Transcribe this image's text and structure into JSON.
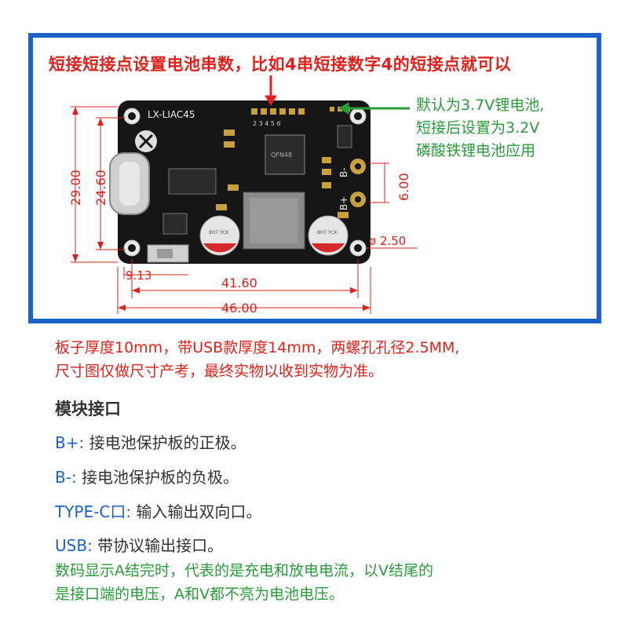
{
  "top_note": "短接短接点设置电池串数，比如4串短接数字4的短接点就可以",
  "green_note": [
    "默认为3.7V锂电池,",
    "短接后设置为3.2V",
    "磷酸铁锂电池应用"
  ],
  "board": {
    "model_label": "LX-LIAC45",
    "pad_numbers": "2 3 4 5 6",
    "b_minus_label": "B-",
    "b_plus_label": "B+",
    "chip_label": "QFN48",
    "cap_label": "8H7 YCK"
  },
  "dimensions": {
    "height_outer": "29.00",
    "height_inner": "24.60",
    "hole_spacing": "6.00",
    "hole_diameter": "ø 2.50",
    "switch_offset": "9.13",
    "hole_distance": "41.60",
    "width_total": "46.00"
  },
  "red_note": [
    "板子厚度10mm，带USB款厚度14mm，两螺孔孔径2.5MM,",
    "尺寸图仅做尺寸产考，最终实物以收到实物为准。"
  ],
  "section_title": "模块接口",
  "interfaces": [
    {
      "key": "B+:",
      "desc": " 接电池保护板的正极。"
    },
    {
      "key": "B-:",
      "desc": " 接电池保护板的负极。"
    },
    {
      "key": "TYPE-C口:",
      "desc": " 输入输出双向口。"
    },
    {
      "key": "USB:",
      "desc": " 带协议输出接口。"
    }
  ],
  "bottom_note": [
    "数码显示A结完时，代表的是充电和放电电流，以V结尾的",
    "是接口端的电压，A和V都不亮为电池电压。"
  ],
  "colors": {
    "frame_blue": "#1b62c8",
    "note_red": "#e0211b",
    "note_green": "#2a9b3a",
    "pcb_black": "#151515",
    "pad_gold": "#c9a040"
  }
}
